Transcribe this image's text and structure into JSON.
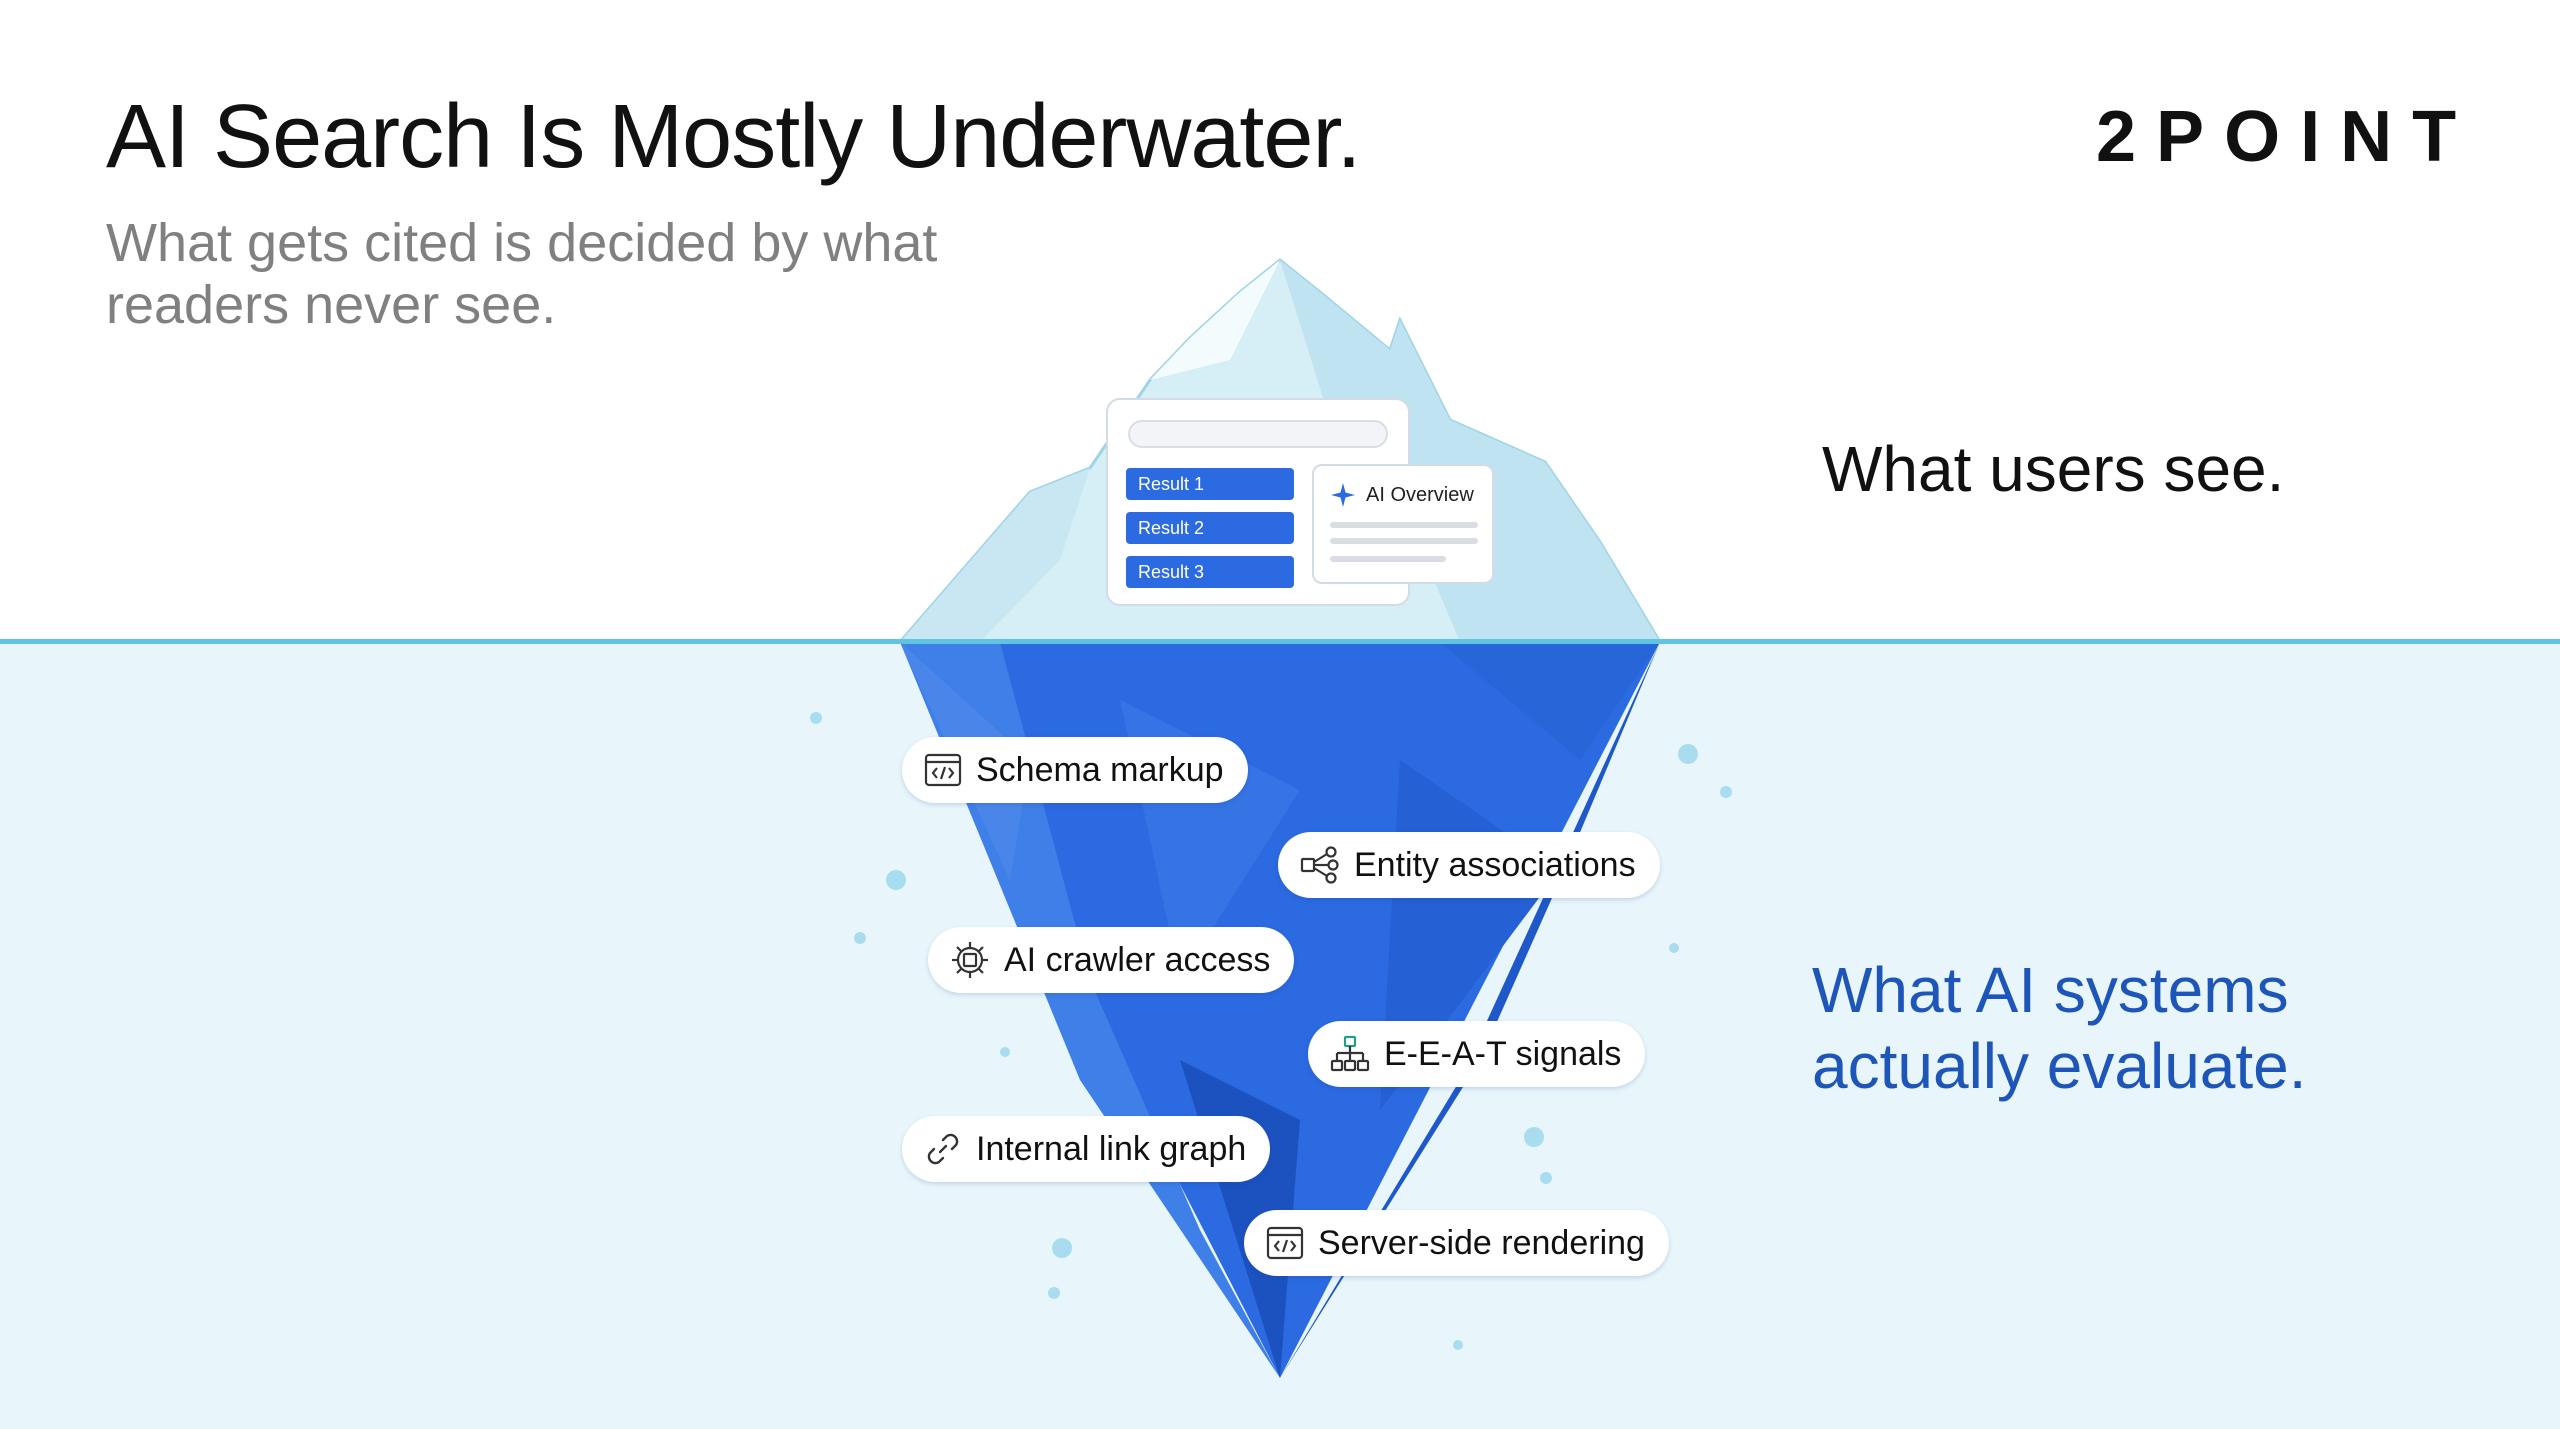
{
  "header": {
    "title": "AI Search Is Mostly Underwater.",
    "subtitle": "What gets cited is decided by what readers never see.",
    "logo": "2POINT"
  },
  "surface": {
    "caption": "What users see.",
    "search_mock": {
      "results": [
        "Result 1",
        "Result 2",
        "Result 3"
      ],
      "overview_label": "AI Overview"
    }
  },
  "underwater": {
    "caption": "What AI systems actually evaluate.",
    "items": [
      {
        "label": "Schema markup",
        "icon": "code-window-icon"
      },
      {
        "label": "Entity associations",
        "icon": "share-nodes-icon"
      },
      {
        "label": "AI crawler access",
        "icon": "gear-chip-icon"
      },
      {
        "label": "E-E-A-T signals",
        "icon": "hierarchy-icon"
      },
      {
        "label": "Internal link graph",
        "icon": "link-icon"
      },
      {
        "label": "Server-side rendering",
        "icon": "code-window-icon"
      }
    ]
  },
  "colors": {
    "water": "#e8f6fb",
    "waterline": "#5fc3e2",
    "ice_submerged": "#2b6ae0",
    "ice_surface": "#d6eef6",
    "accent_text": "#1e55b8"
  }
}
